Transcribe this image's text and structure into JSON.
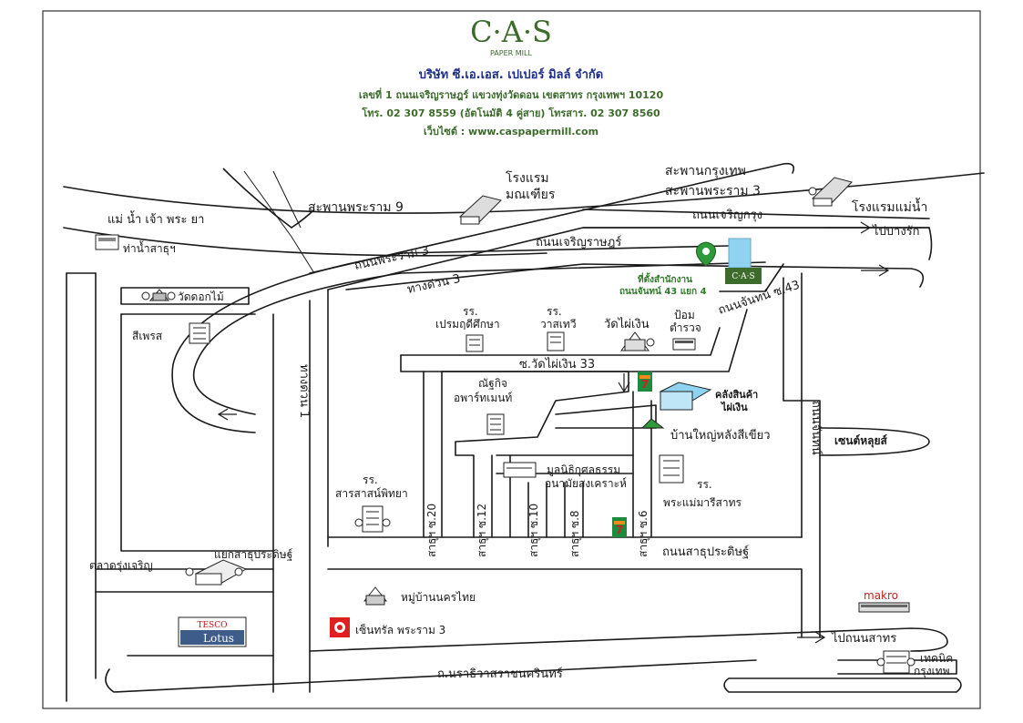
{
  "header": {
    "logo_text": "C·A·S",
    "logo_sub": "PAPER MILL",
    "company": "บริษัท ซี.เอ.เอส. เปเปอร์ มิลล์ จำกัด",
    "address": "เลขที่ 1 ถนนเจริญราษฎร์ แขวงทุ่งวัดดอน เขตสาทร กรุงเทพฯ 10120",
    "phone": "โทร. 02 307 8559 (อัตโนมัติ 4 คู่สาย) โทรสาร. 02 307 8560",
    "website": "เว็บไซต์ : www.caspapermill.com"
  },
  "colors": {
    "brand_green": "#3d6b2c",
    "building_blue": "#8fd3f0",
    "marker_green": "#2f9a3a",
    "makro_red": "#d22020",
    "seven_green": "#1e8a3e",
    "seven_orange": "#f08a1c"
  },
  "map": {
    "river": "แม่ น้ำ เจ้า พระ ยา",
    "pier": "ท่าน้ำสาธุฯ",
    "bridge_rama9": "สะพานพระราม 9",
    "hotel_montien": "โรงแรม\nมณเฑียร",
    "bridge_krungthep": "สะพานกรุงเทพ",
    "bridge_rama3": "สะพานพระราม 3",
    "hotel_river": "โรงแรมแม่น้ำ",
    "road_charoenkrung": "ถนนเจริญกรุง",
    "to_bangrak": "ไปบางรัก",
    "road_charoenrat": "ถนนเจริญราษฎร์",
    "road_rama3": "ถนนพระราม 3",
    "expressway3": "ทางด่วน 3",
    "wat_dokmai": "วัดดอกไม้",
    "sipraet": "สีเพรส",
    "office_label": "ที่ตั้งสำนักงาน",
    "office_soi": "ถนนจันทน์ 43 แยก 4",
    "road_chan43": "ถนนจันทน์ ซ.43",
    "school_premruedee": "รร.\nเปรมฤดีศึกษา",
    "school_walaitri": "รร.\nวาสเทวี",
    "wat_phaingoen": "วัดไผ่เงิน",
    "police": "ป้อม\nตำรวจ",
    "soi_phaingoen33": "ซ.วัดไผ่เงิน 33",
    "apartment": "ณัฐกิจ\nอพาร์ทเมนท์",
    "warehouse": "คลังสินค้า\nไผ่เงิน",
    "green_house": "บ้านใหญ่หลังสีเขียว",
    "expressway1": "ทางด่วน 1",
    "central_lui": "เซนต์หลุยส์",
    "road_chan": "ถนนจันทน์",
    "foundation": "มูลนิธิกุศลธรรม\nอนามัยสงเคราะห์",
    "school_sarasas": "รร.\nสารสาสน์พิทยา",
    "school_mary": "รร.\nพระแม่มารีสาทร",
    "junction_satupradit": "แยกสาธุประดิษฐ์",
    "soi20": "สาธุฯ ซ.20",
    "soi12": "สาธุฯ ซ.12",
    "soi10": "สาธุฯ ซ.10",
    "soi8": "สาธุฯ ซ.8",
    "soi6": "สาธุฯ ซ.6",
    "road_satupradit": "ถนนสาธุประดิษฐ์",
    "market": "ตลาดรุ่งเจริญ",
    "village": "หมู่บ้านนครไทย",
    "tesco_top": "TESCO",
    "tesco_bottom": "Lotus",
    "central": "เซ็นทรัล พระราม 3",
    "road_narathiwat": "ถ.นราธิวาสราชนครินทร์",
    "makro": "makro",
    "to_sathorn": "ไปถนนสาทร",
    "tech_bkk": "เทคนิค\nกรุงเทพ"
  }
}
